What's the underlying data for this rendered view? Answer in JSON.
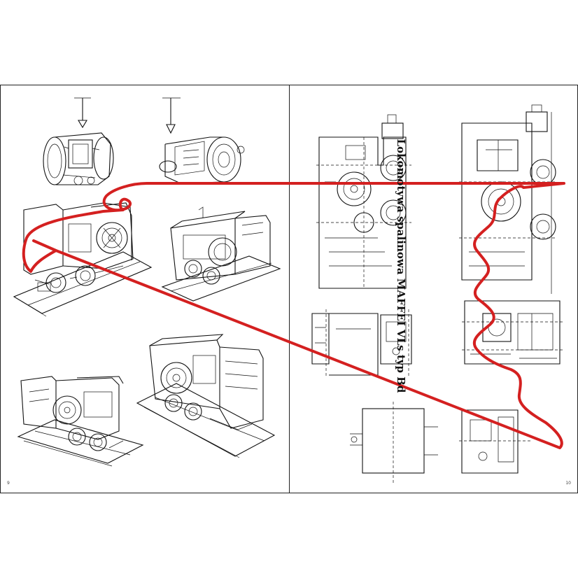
{
  "document": {
    "left_page": {
      "page_number": "9"
    },
    "right_page": {
      "page_number": "10",
      "title": "Lokomotywa spalinowa MAFFEI VLs typ Bd"
    }
  },
  "annotation": {
    "color": "#d42020",
    "description": "red freehand scribble"
  },
  "icons": [
    "engine-drawing",
    "locomotive-isometric-drawing",
    "locomotive-plan-drawing"
  ]
}
